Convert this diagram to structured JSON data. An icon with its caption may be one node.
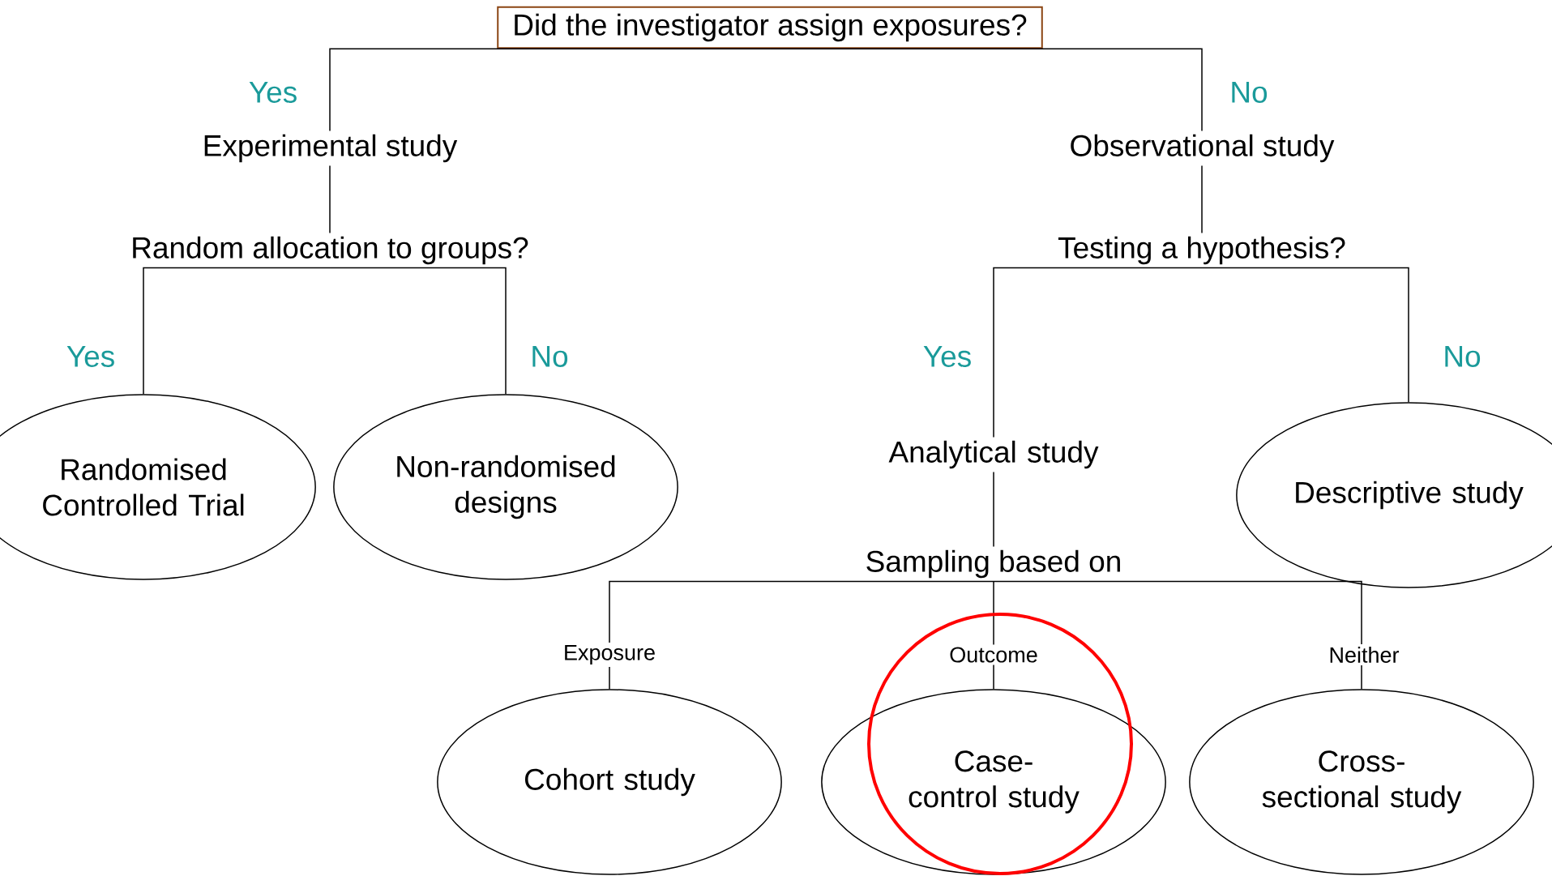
{
  "diagram": {
    "nodes": [
      {
        "text": [
          "Did the investigator assign exposures?"
        ]
      },
      {
        "text": [
          "Experimental study"
        ]
      },
      {
        "text": [
          "Random allocation to groups?"
        ]
      },
      {
        "text": [
          "Randomised Controlled Trial"
        ]
      },
      {
        "text": [
          "Non-randomised designs"
        ]
      },
      {
        "text": [
          "Observational study"
        ]
      },
      {
        "text": [
          "Testing a hypothesis?"
        ]
      },
      {
        "text": [
          "Analytical study"
        ]
      },
      {
        "text": [
          "Descriptive study"
        ]
      },
      {
        "text": [
          "Sampling based on"
        ]
      },
      {
        "text": [
          "Cohort study"
        ]
      },
      {
        "text": [
          "Case-control study"
        ]
      },
      {
        "text": [
          "Cross-sectional study"
        ]
      }
    ],
    "edges": [
      {
        "from": 0,
        "to": 1,
        "arrow": "none",
        "label": "Yes"
      },
      {
        "from": 0,
        "to": 5,
        "arrow": "none",
        "label": "No"
      },
      {
        "from": 1,
        "to": 2,
        "arrow": "none"
      },
      {
        "from": 2,
        "to": 3,
        "arrow": "none",
        "label": "Yes"
      },
      {
        "from": 2,
        "to": 4,
        "arrow": "none",
        "label": "No"
      },
      {
        "from": 5,
        "to": 6,
        "arrow": "none"
      },
      {
        "from": 6,
        "to": 7,
        "arrow": "none",
        "label": "Yes"
      },
      {
        "from": 6,
        "to": 8,
        "arrow": "none",
        "label": "No"
      },
      {
        "from": 7,
        "to": 9,
        "arrow": "none"
      },
      {
        "from": 9,
        "to": 10,
        "arrow": "none",
        "label": "Exposure"
      },
      {
        "from": 9,
        "to": 11,
        "arrow": "none",
        "label": "Outcome"
      },
      {
        "from": 9,
        "to": 12,
        "arrow": "none",
        "label": "Neither"
      }
    ]
  }
}
